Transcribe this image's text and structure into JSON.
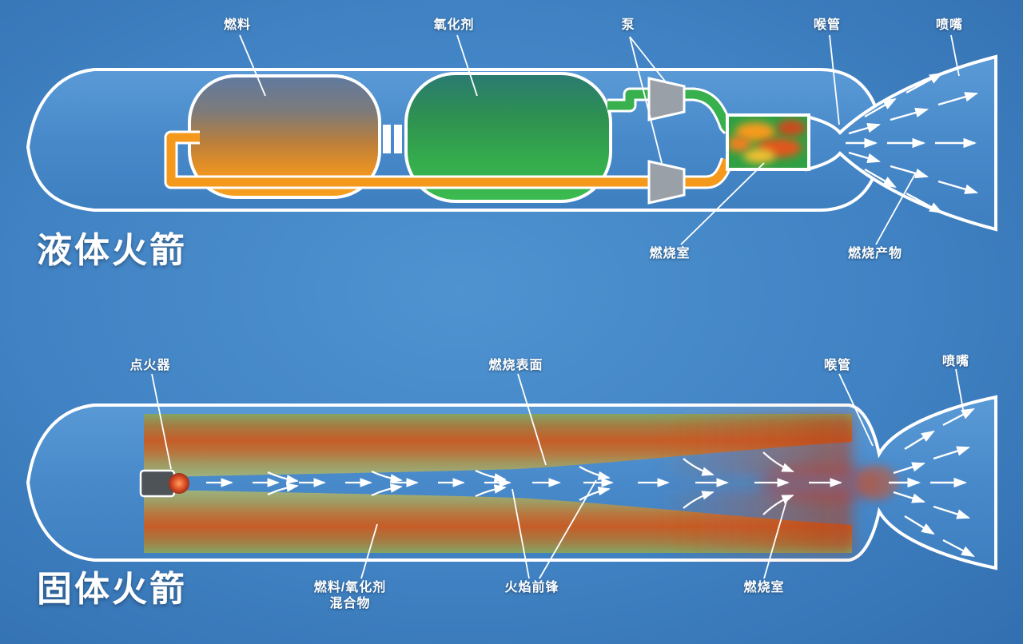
{
  "liquid_rocket": {
    "title": "液体火箭",
    "labels": {
      "fuel": "燃料",
      "oxidizer": "氧化剂",
      "pump": "泵",
      "throat": "喉管",
      "nozzle": "喷嘴",
      "combustion_chamber": "燃烧室",
      "combustion_products": "燃烧产物"
    }
  },
  "solid_rocket": {
    "title": "固体火箭",
    "labels": {
      "igniter": "点火器",
      "burning_surface": "燃烧表面",
      "throat": "喉管",
      "nozzle": "喷嘴",
      "mixture_line1": "燃料/氧化剂",
      "mixture_line2": "混合物",
      "flame_front": "火焰前锋",
      "combustion_chamber": "燃烧室"
    }
  },
  "colors": {
    "background": "#4082c3",
    "outline_white": "#ffffff",
    "fuel_orange": "#f5991c",
    "oxidizer_green": "#37b04d",
    "fuel_tank_top": "#5f7aa0",
    "grain_green": "#84a463",
    "flame_red": "#c65d28"
  }
}
